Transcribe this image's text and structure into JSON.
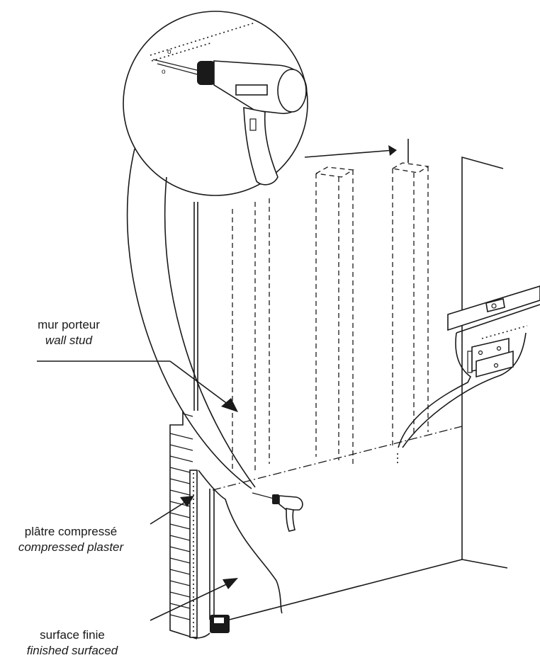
{
  "labels": {
    "wall_stud": {
      "fr": "mur porteur",
      "en": "wall stud"
    },
    "compressed_plaster": {
      "fr": "plâtre compressé",
      "en": "compressed plaster"
    },
    "finished_surface": {
      "fr": "surface finie",
      "en": "finished surfaced"
    }
  },
  "icons": [
    "drill-icon",
    "level-icon",
    "mounting-bracket-icon",
    "arrow-icon"
  ],
  "colors": {
    "line": "#1a1a1a",
    "background": "#ffffff"
  }
}
